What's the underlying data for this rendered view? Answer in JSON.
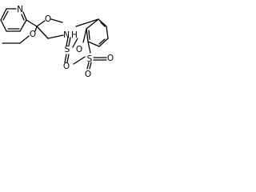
{
  "molecule": {
    "atoms": {
      "pyridine_n": "N",
      "ether_o_left": "O",
      "ether_o_right": "O",
      "amide_n": "N",
      "amide_h": "H",
      "sulfonyl_s1": "S",
      "sulfonyl_s1_o_top": "O",
      "sulfonyl_s1_o_bottom": "O",
      "sulfonyl_s2": "S",
      "sulfonyl_s2_o_top": "O",
      "sulfonyl_s2_o_right": "O"
    },
    "colors": {
      "bond": "#000000",
      "label": "#000000",
      "background": "#ffffff"
    }
  }
}
